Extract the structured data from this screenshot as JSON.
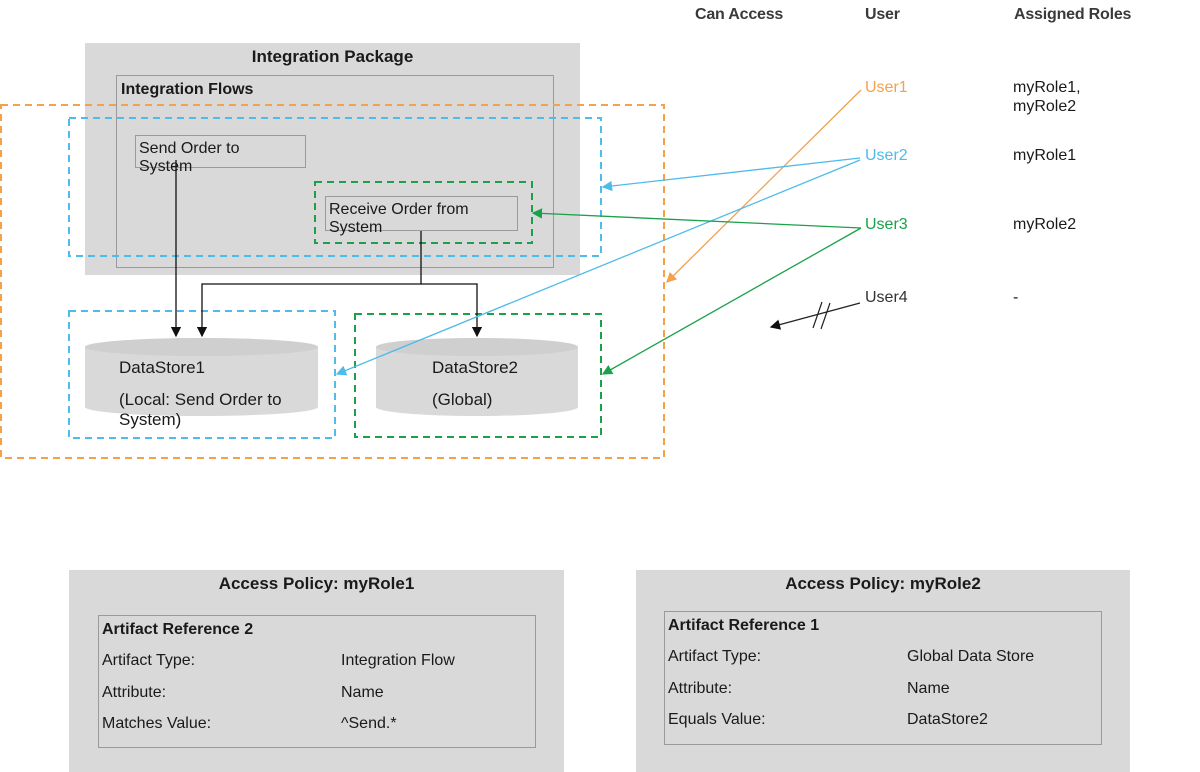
{
  "columns": {
    "can_access": "Can Access",
    "user": "User",
    "assigned_roles": "Assigned Roles"
  },
  "package": {
    "title": "Integration Package",
    "flows_title": "Integration Flows",
    "flow1": "Send Order to System",
    "flow2": "Receive Order from System"
  },
  "datastores": {
    "ds1_name": "DataStore1",
    "ds1_desc": "(Local: Send Order to System)",
    "ds2_name": "DataStore2",
    "ds2_desc": "(Global)"
  },
  "users": [
    {
      "name": "User1",
      "roles": "myRole1, myRole2",
      "color": "#f5a04a"
    },
    {
      "name": "User2",
      "roles": "myRole1",
      "color": "#4fbbea"
    },
    {
      "name": "User3",
      "roles": "myRole2",
      "color": "#1aa14a"
    },
    {
      "name": "User4",
      "roles": "-",
      "color": "#333333"
    }
  ],
  "policy1": {
    "title": "Access Policy: myRole1",
    "ref_title": "Artifact Reference 2",
    "rows": [
      {
        "label": "Artifact Type:",
        "value": "Integration Flow"
      },
      {
        "label": "Attribute:",
        "value": "Name"
      },
      {
        "label": "Matches Value:",
        "value": "^Send.*"
      }
    ]
  },
  "policy2": {
    "title": "Access Policy: myRole2",
    "ref_title": "Artifact Reference 1",
    "rows": [
      {
        "label": "Artifact Type:",
        "value": "Global Data Store"
      },
      {
        "label": "Attribute:",
        "value": "Name"
      },
      {
        "label": "Equals Value:",
        "value": "DataStore2"
      }
    ]
  }
}
